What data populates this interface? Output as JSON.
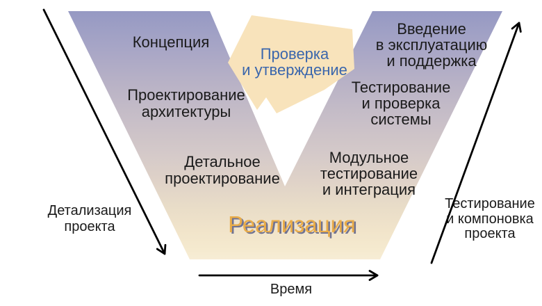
{
  "diagram": {
    "left_stages": [
      {
        "lines": [
          "Концепция"
        ]
      },
      {
        "lines": [
          "Проектирование",
          "архитектуры"
        ]
      },
      {
        "lines": [
          "Детальное",
          "проектирование"
        ]
      }
    ],
    "right_stages": [
      {
        "lines": [
          "Введение",
          "в эксплуатацию",
          "и поддержка"
        ]
      },
      {
        "lines": [
          "Тестирование",
          "и проверка",
          "системы"
        ]
      },
      {
        "lines": [
          "Модульное",
          "тестирование",
          "и интеграция"
        ]
      }
    ],
    "validation_arrow": {
      "lines": [
        "Проверка",
        "и утверждение"
      ]
    },
    "implementation_label": "Реализация",
    "left_axis": {
      "lines": [
        "Детализация",
        "проекта"
      ]
    },
    "right_axis": {
      "lines": [
        "Тестирование",
        "и компоновка",
        "проекта"
      ]
    },
    "time_axis": "Время"
  },
  "colors": {
    "gradient_top": "#9699C3",
    "gradient_bottom": "#F7EDD6",
    "arrow_fill": "#F8E3BB",
    "validation_text": "#3A66AC",
    "implementation_text": "#E9AC49",
    "implementation_shadow": "#6F7292",
    "stage_text": "#1A1A1A",
    "axis_line": "#000000"
  },
  "v_gradient": [
    "#9699C3",
    "#9FA0C5",
    "#ABA8C6",
    "#B7B1C6",
    "#C2BAC7",
    "#CCC2C8",
    "#D5CAC9",
    "#DFD2C8",
    "#E8DCC8",
    "#F1E4CA",
    "#F5EACF",
    "#F7EDD6"
  ]
}
